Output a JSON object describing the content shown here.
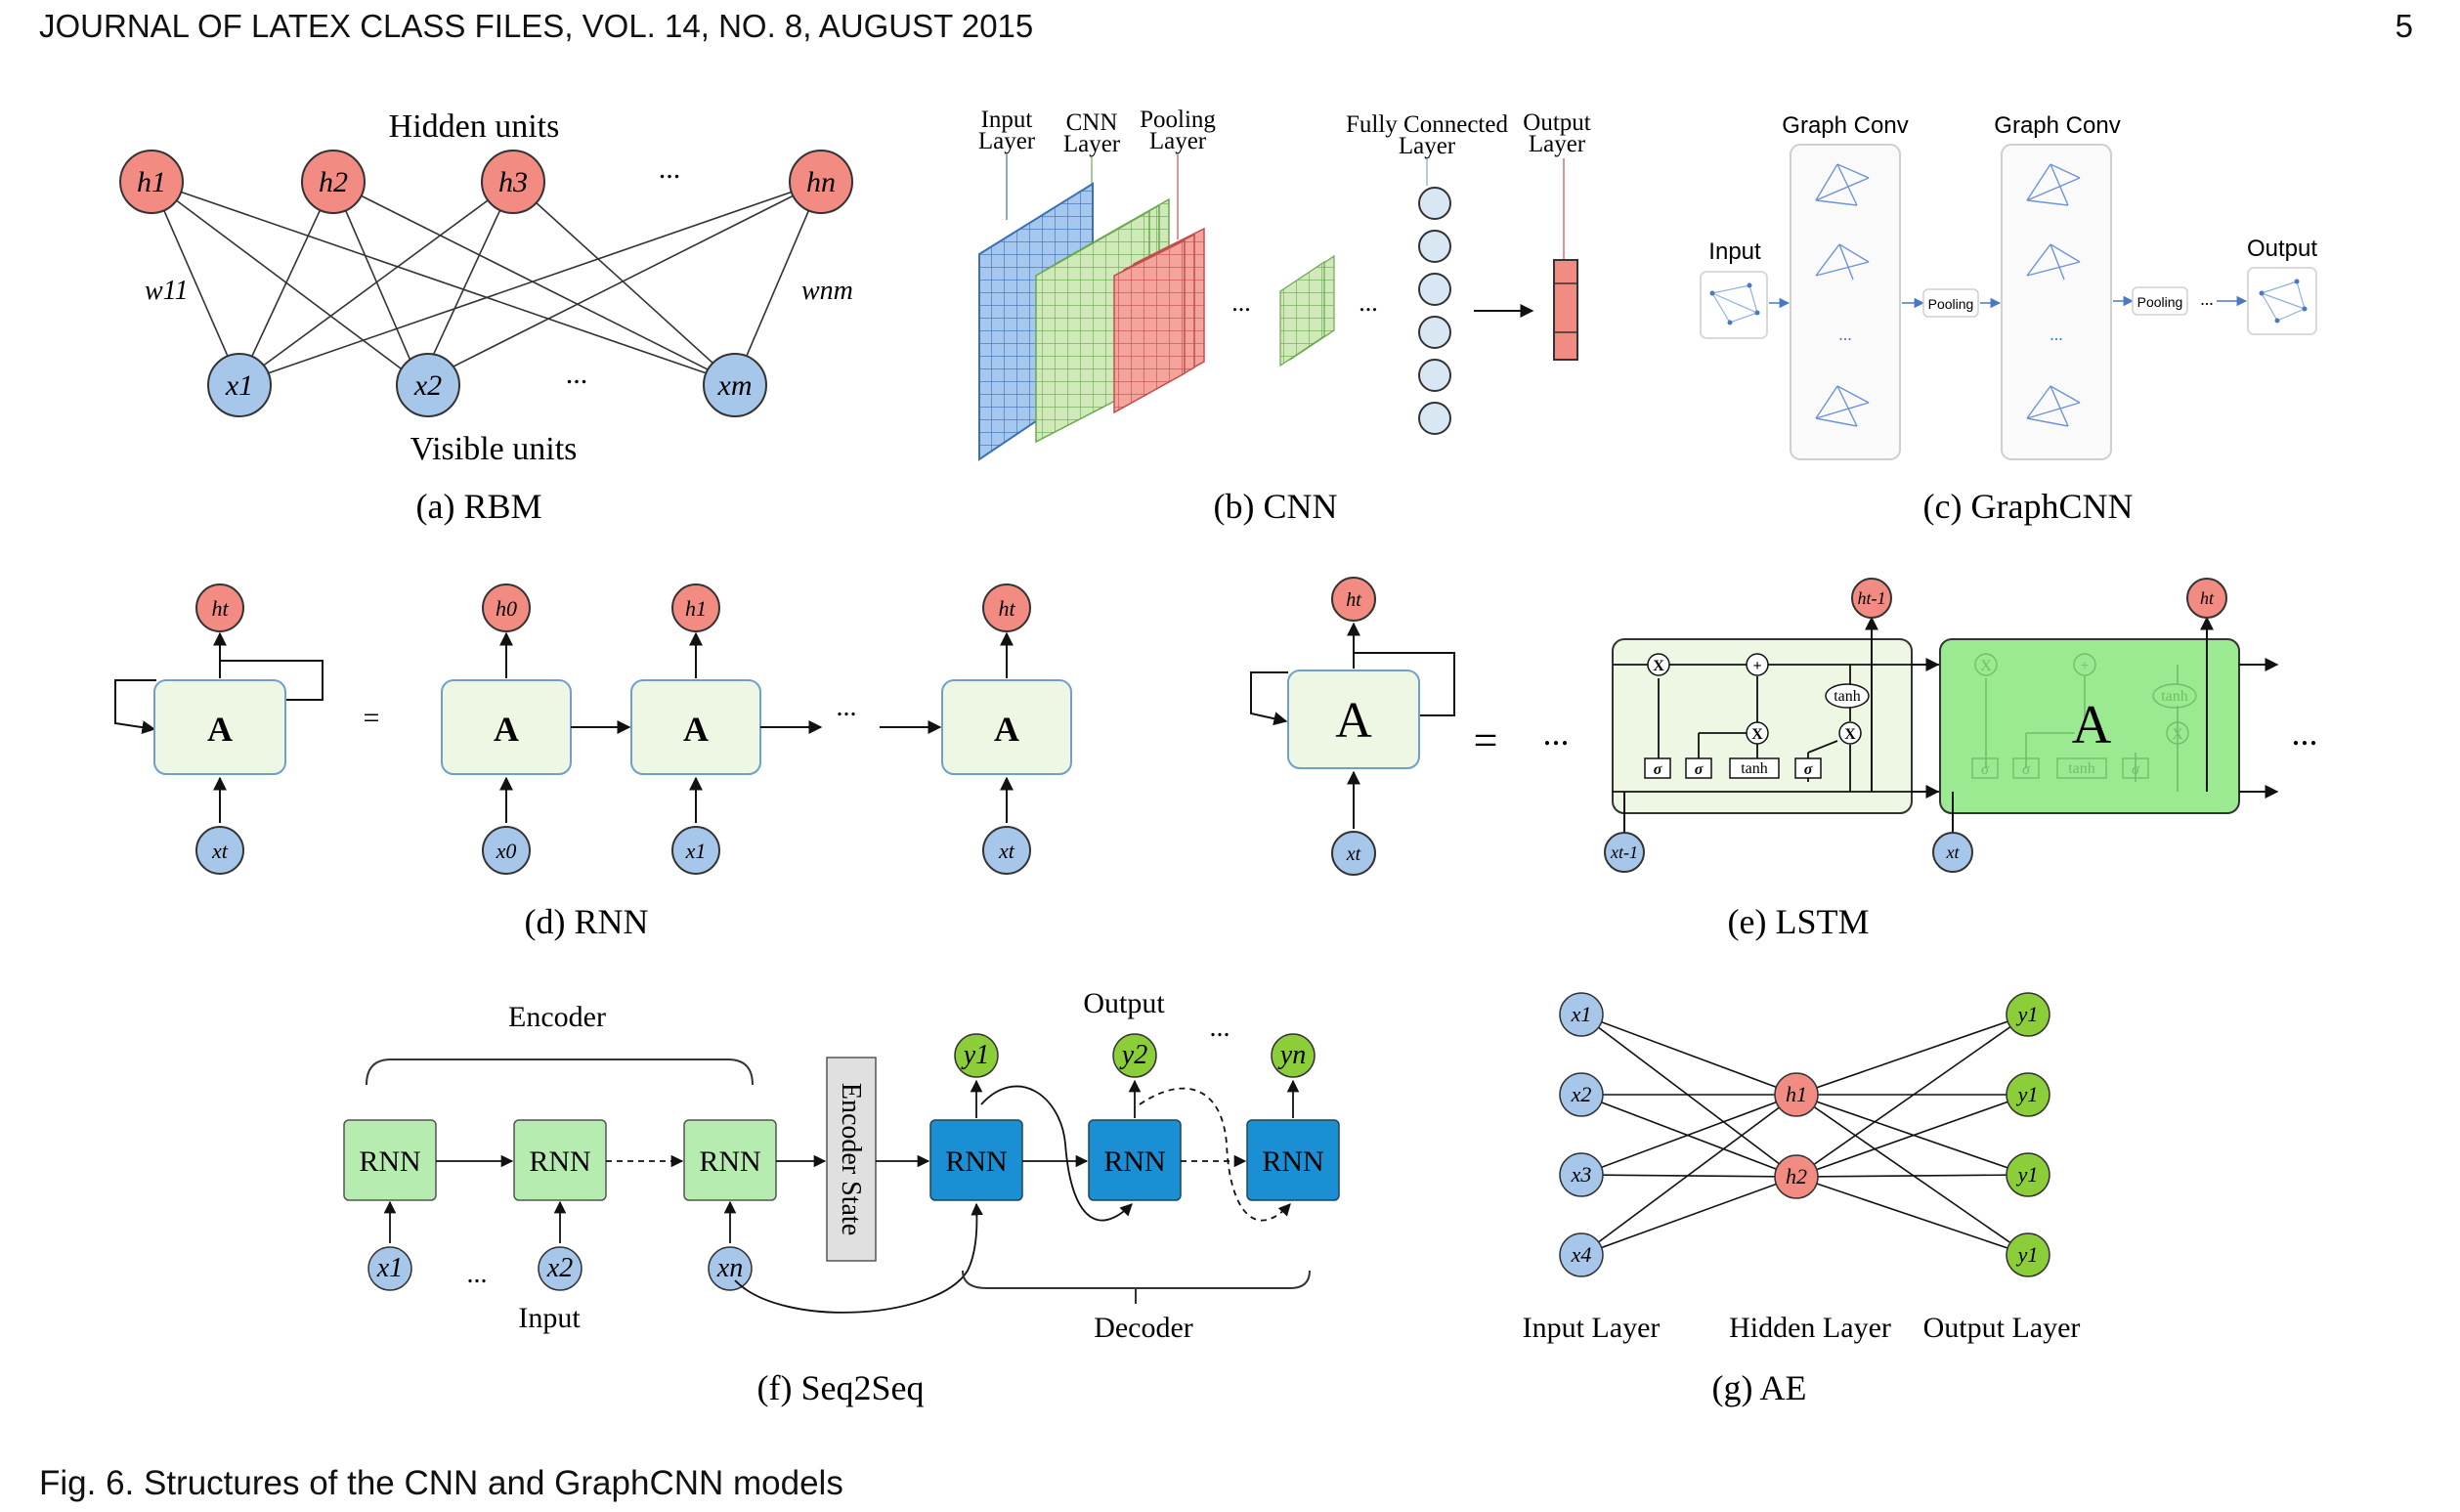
{
  "header": {
    "journal": "JOURNAL OF LATEX CLASS FILES, VOL. 14, NO. 8, AUGUST 2015",
    "page": "5"
  },
  "figure_caption": "Fig. 6. Structures of the CNN and GraphCNN models",
  "colors": {
    "hidden": "#f28b82",
    "visible": "#a7c7ea",
    "cell": "#eef7e3",
    "rnn_green": "#b7ecb0",
    "rnn_blue": "#1b8fd3",
    "output_green": "#8ccd3a",
    "lstm_bright": "#9bea91"
  },
  "panels": {
    "rbm": {
      "caption": "(a)  RBM",
      "top_label": "Hidden units",
      "bottom_label": "Visible units",
      "hidden": [
        "h1",
        "h2",
        "h3",
        "hn"
      ],
      "visible": [
        "x1",
        "x2",
        "xm"
      ],
      "weight_first": "w11",
      "weight_last": "wnm",
      "ellipsis": "..."
    },
    "cnn": {
      "caption": "(b)  CNN",
      "input_layer": [
        "Input",
        "Layer"
      ],
      "cnn_layer": [
        "CNN",
        "Layer"
      ],
      "pooling_layer": [
        "Pooling",
        "Layer"
      ],
      "fc_layer": [
        "Fully Connected",
        "Layer"
      ],
      "output_layer": [
        "Output",
        "Layer"
      ],
      "ellipsis": "..."
    },
    "graphcnn": {
      "caption": "(c)  GraphCNN",
      "input": "Input",
      "graph_conv_1": "Graph Conv",
      "graph_conv_2": "Graph Conv",
      "pooling_1": "Pooling",
      "pooling_2": "Pooling",
      "output": "Output",
      "ellipsis": "..."
    },
    "rnn": {
      "caption": "(d)  RNN",
      "cell": "A",
      "equals": "=",
      "ellipsis": "...",
      "left_h": "ht",
      "left_x": "xt",
      "chain_h": [
        "h0",
        "h1",
        "ht"
      ],
      "chain_x": [
        "x0",
        "x1",
        "xt"
      ]
    },
    "lstm": {
      "caption": "(e)  LSTM",
      "cell": "A",
      "equals": "=",
      "ellipsis": "...",
      "h_left": "ht",
      "x_left": "xt",
      "h_prev": "ht-1",
      "x_prev": "xt-1",
      "h_cur": "ht",
      "x_cur": "xt",
      "sigma": "σ",
      "tanh": "tanh",
      "times": "X",
      "plus": "+"
    },
    "seq2seq": {
      "caption": "(f)  Seq2Seq",
      "encoder": "Encoder",
      "decoder": "Decoder",
      "input": "Input",
      "output": "Output",
      "encoder_state": "Encoder State",
      "rnn": "RNN",
      "inputs": [
        "x1",
        "x2",
        "xn"
      ],
      "outputs": [
        "y1",
        "y2",
        "yn"
      ],
      "ellipsis": "..."
    },
    "ae": {
      "caption": "(g)  AE",
      "input_layer": "Input Layer",
      "hidden_layer": "Hidden Layer",
      "output_layer": "Output Layer",
      "inputs": [
        "x1",
        "x2",
        "x3",
        "x4"
      ],
      "hidden": [
        "h1",
        "h2"
      ],
      "outputs": [
        "y1",
        "y1",
        "y1",
        "y1"
      ]
    }
  }
}
